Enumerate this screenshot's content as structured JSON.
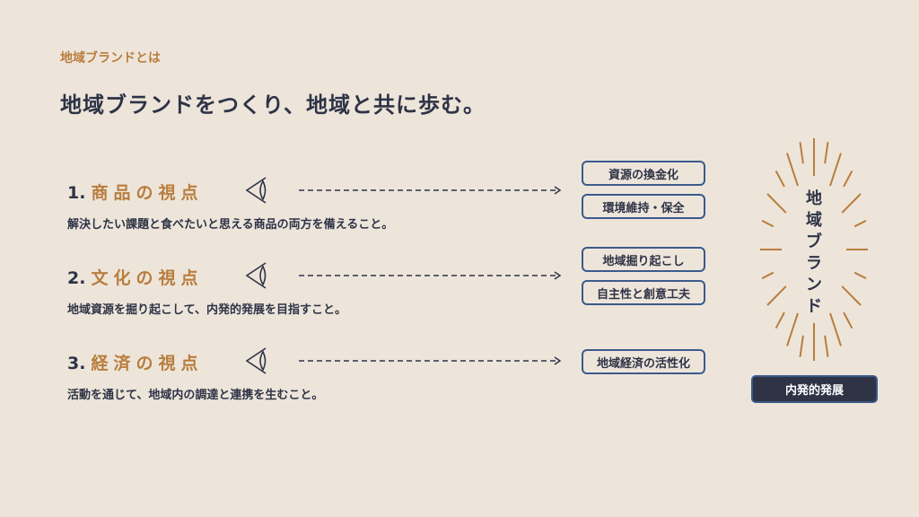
{
  "kicker": "地域ブランドとは",
  "title": "地域ブランドをつくり、地域と共に歩む。",
  "rows": [
    {
      "num": "1.",
      "label": "商品の視点",
      "desc": "解決したい課題と食べたいと思える商品の両方を備えること。",
      "boxes": [
        "資源の換金化",
        "環境維持・保全"
      ]
    },
    {
      "num": "2.",
      "label": "文化の視点",
      "desc": "地域資源を掘り起こして、内発的発展を目指すこと。",
      "boxes": [
        "地域掘り起こし",
        "自主性と創意工夫"
      ]
    },
    {
      "num": "3.",
      "label": "経済の視点",
      "desc": "活動を通じて、地域内の調達と連携を生むこと。",
      "boxes": [
        "地域経済の活性化"
      ]
    }
  ],
  "center": {
    "vertical_label": "地域ブランド",
    "badge": "内発的発展"
  },
  "colors": {
    "background": "#ede5da",
    "navy": "#2e3346",
    "accent": "#b97d3e",
    "box_border": "#3b5a8c"
  }
}
